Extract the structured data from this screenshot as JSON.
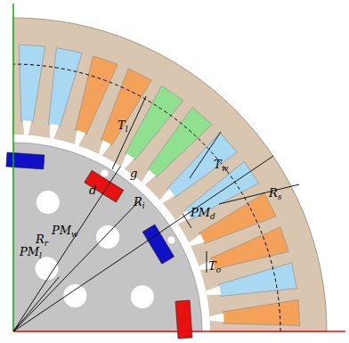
{
  "diagram": {
    "labels": [
      "PMw",
      "PMl",
      "Tl",
      "g",
      "d",
      "Ri",
      "PMd",
      "Tw",
      "Rs",
      "To",
      "Rr"
    ]
  }
}
